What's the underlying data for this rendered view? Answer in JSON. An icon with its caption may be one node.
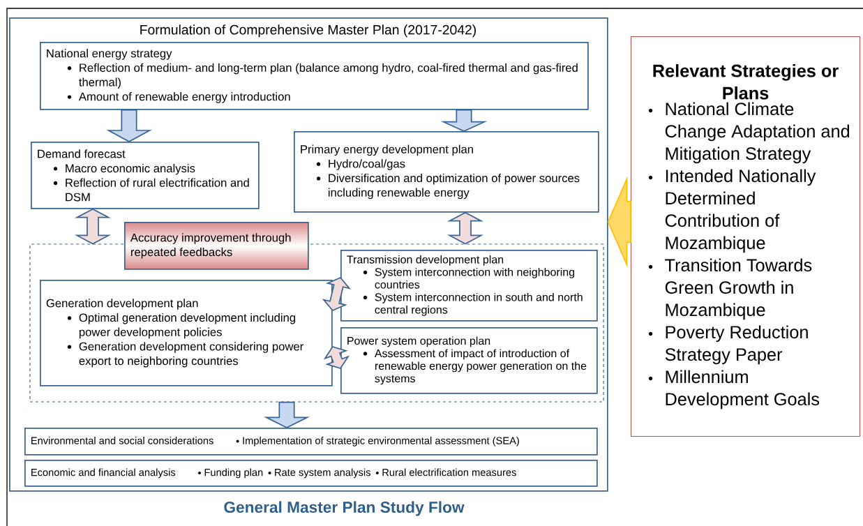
{
  "diagram": {
    "caption": "General Master Plan Study Flow",
    "nodes": [
      {
        "text": [
          "Formulation of Comprehensive Master Plan (2017-2042)"
        ]
      },
      {
        "text": [
          "National energy strategy",
          "Reflection of medium- and long-term plan (balance among hydro, coal-fired thermal and gas-fired thermal)",
          "Amount of renewable energy introduction"
        ],
        "in": 0
      },
      {
        "text": [
          "Demand forecast",
          "Macro economic analysis",
          "Reflection of rural electrification and DSM"
        ],
        "in": 0
      },
      {
        "text": [
          "Primary energy development plan",
          "Hydro/coal/gas",
          "Diversification and optimization of power sources including renewable energy"
        ],
        "in": 0
      },
      {
        "text": [],
        "shape": "box",
        "in": 0
      },
      {
        "text": [
          "Accuracy improvement through repeated feedbacks"
        ],
        "in": 0
      },
      {
        "text": [
          "Generation development plan",
          "Optimal generation development including power development policies",
          "Generation development considering power export to neighboring countries"
        ],
        "in": 4
      },
      {
        "text": [
          "Transmission development plan",
          "System interconnection with neighboring countries",
          "System interconnection in south and north central regions"
        ],
        "in": 4
      },
      {
        "text": [
          "Power system operation plan",
          "Assessment of impact of introduction of renewable energy power generation on the systems"
        ],
        "in": 4
      },
      {
        "text": [
          "Environmental and social considerations",
          "Implementation of strategic environmental assessment (SEA)"
        ],
        "in": 0
      },
      {
        "text": [
          "Economic and financial analysis",
          "Funding plan",
          "Rate system analysis",
          "Rural electrification measures"
        ],
        "in": 0
      },
      {
        "text": [
          "Relevant Strategies or Plans",
          "National Climate Change Adaptation and Mitigation Strategy",
          "Intended Nationally Determined Contribution of Mozambique",
          "Transition Towards Green Growth in Mozambique",
          "Poverty Reduction Strategy Paper",
          "Millennium Development Goals"
        ]
      }
    ],
    "edges": [
      {
        "from": 1,
        "to": 2,
        "arrow": "to"
      },
      {
        "from": 1,
        "to": 3,
        "arrow": "to"
      },
      {
        "from": 2,
        "to": 4,
        "arrow": "both",
        "color": "#f2dcdb"
      },
      {
        "from": 3,
        "to": 4,
        "arrow": "both",
        "color": "#f2dcdb"
      },
      {
        "from": 6,
        "to": 7,
        "arrow": "both",
        "color": "#f2dcdb"
      },
      {
        "from": 6,
        "to": 8,
        "arrow": "both",
        "color": "#f2dcdb"
      },
      {
        "from": 4,
        "to": 9,
        "arrow": "to"
      },
      {
        "from": 11,
        "to": 0,
        "arrow": "to",
        "color": "#ffd966"
      }
    ]
  }
}
